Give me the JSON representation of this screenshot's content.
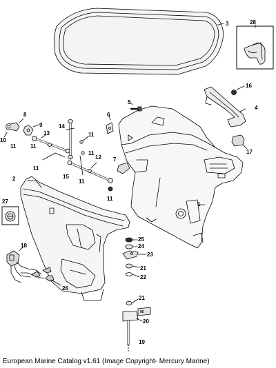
{
  "diagram": {
    "callouts": {
      "c1": "1",
      "c2": "2",
      "c3": "3",
      "c4": "4",
      "c5": "5",
      "c6": "6",
      "c7": "7",
      "c8": "8",
      "c9": "9",
      "c10": "10",
      "c11a": "11",
      "c11b": "11",
      "c11c": "11",
      "c11d": "11",
      "c11e": "11",
      "c11f": "11",
      "c11g": "11",
      "c12": "12",
      "c13": "13",
      "c14": "14",
      "c15": "15",
      "c16": "16",
      "c17": "17",
      "c18": "18",
      "c19": "19",
      "c20": "20",
      "c21a": "21",
      "c21b": "21",
      "c22": "22",
      "c23": "23",
      "c24": "24",
      "c25": "25",
      "c26": "26",
      "c27": "27",
      "c28": "28",
      "part_95": "95"
    }
  },
  "footer": {
    "caption": "European Marine Catalog v1.61 (Image Copyright- Mercury Marine)"
  }
}
